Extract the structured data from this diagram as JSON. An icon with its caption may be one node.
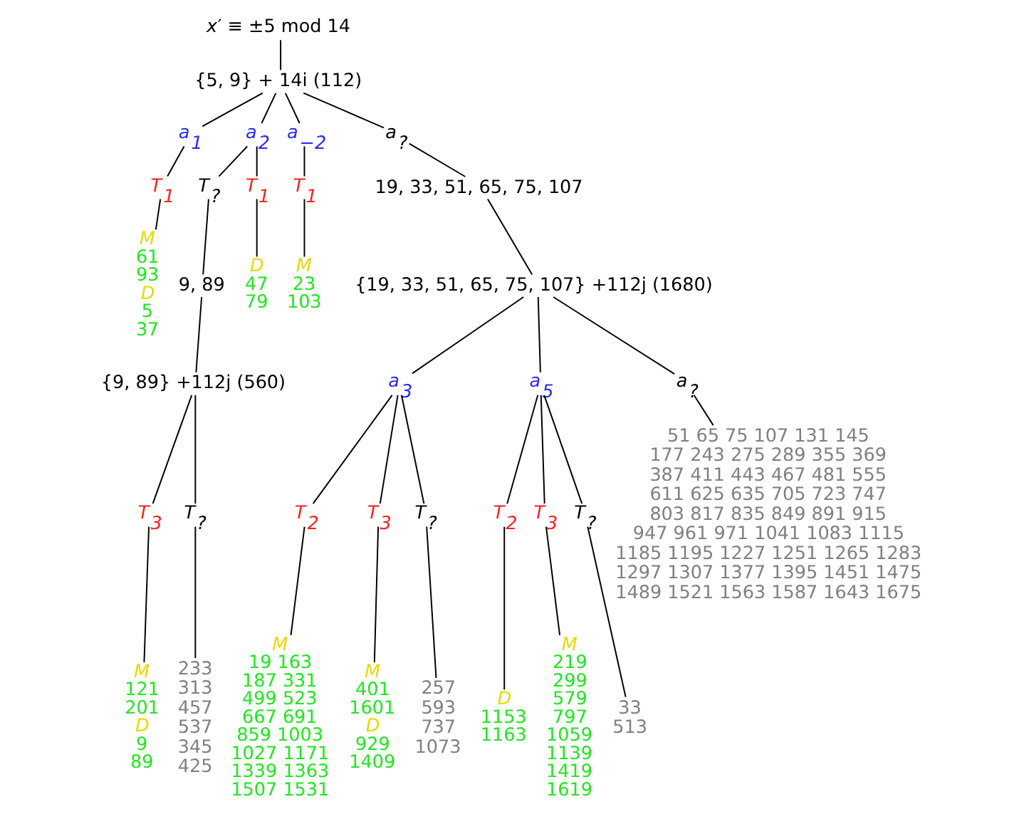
{
  "diagram": {
    "nodes": [
      {
        "text": [
          "*x*′ ≡ ±5 mod 14"
        ]
      },
      {
        "text": [
          "{5, 9} + 14i (112)"
        ]
      },
      {
        "text": [
          "a$_{1}$"
        ]
      },
      {
        "text": [
          "a$_{2}$"
        ]
      },
      {
        "text": [
          "a$_{−2}$"
        ]
      },
      {
        "text": [
          "a$_{?}$"
        ]
      },
      {
        "text": [
          "19, 33, 51, 65, 75, 107"
        ]
      },
      {
        "text": [
          "{19, 33, 51, 65, 75, 107} +112j (1680)"
        ]
      },
      {
        "text": [
          "T$_{1}$"
        ]
      },
      {
        "text": [
          "M",
          "61 93",
          "D",
          "5 37"
        ]
      },
      {
        "text": [
          "T$_{?}$"
        ]
      },
      {
        "text": [
          "9, 89"
        ]
      },
      {
        "text": [
          "{9, 89} +112j (560)"
        ]
      },
      {
        "text": [
          "T$_{3}$"
        ]
      },
      {
        "text": [
          "M",
          "121 201",
          "D",
          "9 89"
        ]
      },
      {
        "text": [
          "T$_{?}$"
        ]
      },
      {
        "text": [
          "233 313 457 537 345 425"
        ]
      },
      {
        "text": [
          "T$_{1}$"
        ]
      },
      {
        "text": [
          "D",
          "47 79"
        ]
      },
      {
        "text": [
          "T$_{1}$"
        ]
      },
      {
        "text": [
          "M",
          "23 103"
        ]
      },
      {
        "text": [
          "a$_{3}$"
        ]
      },
      {
        "text": [
          "a$_{5}$"
        ]
      },
      {
        "text": [
          "a$_{?}$"
        ]
      },
      {
        "text": [
          "T$_{2}$"
        ]
      },
      {
        "text": [
          "M",
          "19 163 187 331 499 523 667 691 859 1003 1027 1171 1339 1363 1507 1531"
        ]
      },
      {
        "text": [
          "T$_{3}$"
        ]
      },
      {
        "text": [
          "M",
          "401 1601",
          "D",
          "929 1409"
        ]
      },
      {
        "text": [
          "T$_{?}$"
        ]
      },
      {
        "text": [
          "257 593 737 1073"
        ]
      },
      {
        "text": [
          "T$_{2}$"
        ]
      },
      {
        "text": [
          "D",
          "1153 1163"
        ]
      },
      {
        "text": [
          "T$_{3}$"
        ]
      },
      {
        "text": [
          "M",
          "219 299 579 797 1059 1139 1419 1619"
        ]
      },
      {
        "text": [
          "T$_{?}$"
        ]
      },
      {
        "text": [
          "33 513"
        ]
      },
      {
        "text": [
          "51 65 75 107 131 145 177 243 275 289 355 369 387 411 443 467 481 555 611 625 635 705 723 747 803 817 835 849 891 915 947 961 971 1041 1083 1115 1185 1195 1227 1251 1265 1283 1297 1307 1377 1395 1451 1475 1489 1521 1563 1587 1643 1675"
        ]
      }
    ],
    "edges": [
      {
        "from": 0,
        "to": 1,
        "arrow": "none"
      },
      {
        "from": 1,
        "to": 2,
        "arrow": "none"
      },
      {
        "from": 1,
        "to": 3,
        "arrow": "none"
      },
      {
        "from": 1,
        "to": 4,
        "arrow": "none"
      },
      {
        "from": 1,
        "to": 5,
        "arrow": "none"
      },
      {
        "from": 2,
        "to": 8,
        "arrow": "none"
      },
      {
        "from": 8,
        "to": 9,
        "arrow": "none"
      },
      {
        "from": 3,
        "to": 10,
        "arrow": "none"
      },
      {
        "from": 3,
        "to": 17,
        "arrow": "none"
      },
      {
        "from": 10,
        "to": 11,
        "arrow": "none"
      },
      {
        "from": 11,
        "to": 12,
        "arrow": "none"
      },
      {
        "from": 12,
        "to": 13,
        "arrow": "none"
      },
      {
        "from": 12,
        "to": 15,
        "arrow": "none"
      },
      {
        "from": 13,
        "to": 14,
        "arrow": "none"
      },
      {
        "from": 15,
        "to": 16,
        "arrow": "none"
      },
      {
        "from": 17,
        "to": 18,
        "arrow": "none"
      },
      {
        "from": 4,
        "to": 19,
        "arrow": "none"
      },
      {
        "from": 19,
        "to": 20,
        "arrow": "none"
      },
      {
        "from": 5,
        "to": 6,
        "arrow": "none"
      },
      {
        "from": 6,
        "to": 7,
        "arrow": "none"
      },
      {
        "from": 7,
        "to": 21,
        "arrow": "none"
      },
      {
        "from": 7,
        "to": 22,
        "arrow": "none"
      },
      {
        "from": 7,
        "to": 23,
        "arrow": "none"
      },
      {
        "from": 21,
        "to": 24,
        "arrow": "none"
      },
      {
        "from": 21,
        "to": 26,
        "arrow": "none"
      },
      {
        "from": 21,
        "to": 28,
        "arrow": "none"
      },
      {
        "from": 24,
        "to": 25,
        "arrow": "none"
      },
      {
        "from": 26,
        "to": 27,
        "arrow": "none"
      },
      {
        "from": 28,
        "to": 29,
        "arrow": "none"
      },
      {
        "from": 22,
        "to": 30,
        "arrow": "none"
      },
      {
        "from": 22,
        "to": 32,
        "arrow": "none"
      },
      {
        "from": 22,
        "to": 34,
        "arrow": "none"
      },
      {
        "from": 30,
        "to": 31,
        "arrow": "none"
      },
      {
        "from": 32,
        "to": 33,
        "arrow": "none"
      },
      {
        "from": 34,
        "to": 35,
        "arrow": "none"
      },
      {
        "from": 23,
        "to": 36,
        "arrow": "none"
      }
    ]
  }
}
